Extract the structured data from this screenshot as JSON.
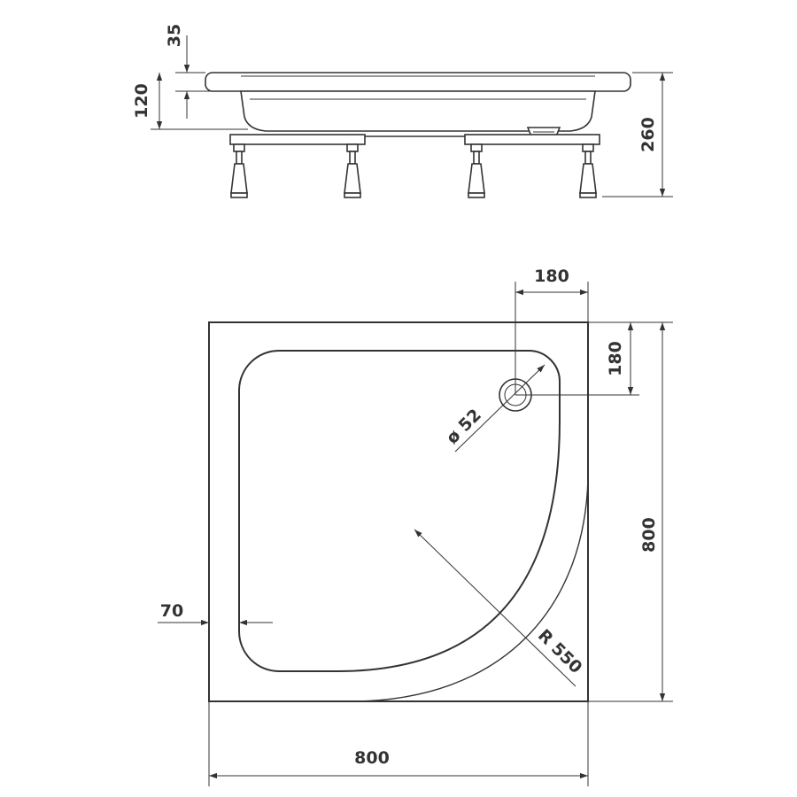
{
  "dimensions": {
    "side_top_offset": "35",
    "side_tray_height": "120",
    "side_total_height": "260",
    "waste_offset_x": "180",
    "waste_offset_y": "180",
    "waste_diameter": "ø 52",
    "radius": "R 550",
    "rim_width": "70",
    "plan_height": "800",
    "plan_width": "800"
  }
}
